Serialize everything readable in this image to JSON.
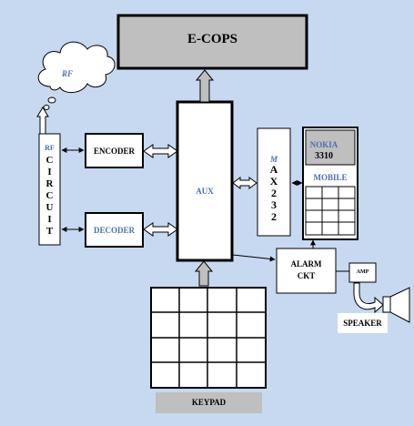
{
  "ecops": "E-COPS",
  "rf_cloud": "RF",
  "rf_circuit": {
    "prefix": "RF",
    "word": "CIRCUIT"
  },
  "encoder": "ENCODER",
  "decoder": "DECODER",
  "aux": "AUX",
  "max232": {
    "first": "M",
    "rest": "AX232"
  },
  "mobile": {
    "brand": "NOKIA",
    "model": "3310",
    "label": "MOBILE"
  },
  "alarm": {
    "line1": "ALARM",
    "line2": "CKT"
  },
  "amp": "AMP",
  "speaker": "SPEAKER",
  "keypad": "KEYPAD",
  "colors": {
    "background": "#c6d9f1",
    "box_fill": "#bfbfbf",
    "accent_text": "#4a6fb0"
  }
}
